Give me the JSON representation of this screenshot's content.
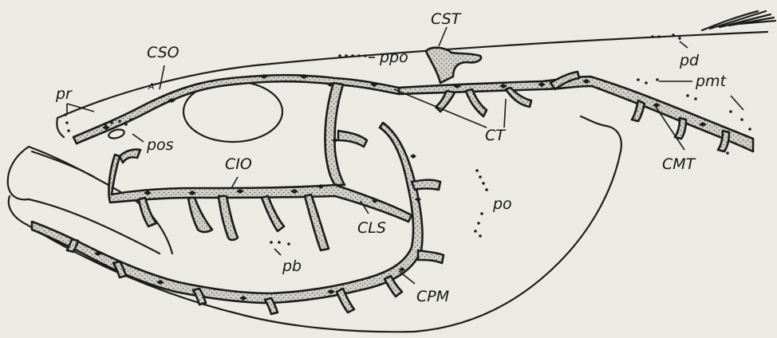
{
  "labels": {
    "cso": "CSO",
    "cst": "CST",
    "ppo": "ppo",
    "pd": "pd",
    "pmt": "pmt",
    "pr": "pr",
    "pos": "pos",
    "cio": "CIO",
    "ct": "CT",
    "cmt": "CMT",
    "po": "po",
    "cls": "CLS",
    "pb": "pb",
    "cpm": "CPM",
    "a": "A"
  },
  "colors": {
    "background": "#ebebe4",
    "ink": "#1b1b1b",
    "canal_fill": "#c9c9c2"
  }
}
